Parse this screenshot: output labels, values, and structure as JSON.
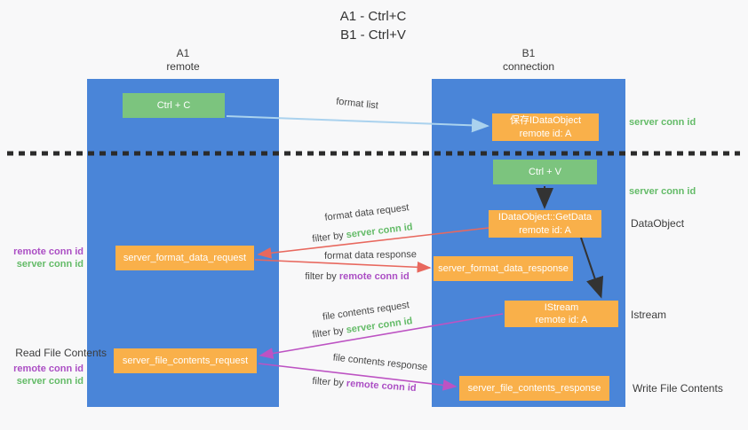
{
  "title": {
    "line1": "A1 - Ctrl+C",
    "line2": "B1 - Ctrl+V"
  },
  "lanes": {
    "left": {
      "name": "A1",
      "role": "remote"
    },
    "right": {
      "name": "B1",
      "role": "connection"
    }
  },
  "nodes": {
    "ctrl_c": {
      "label": "Ctrl + C"
    },
    "save_dataobject": {
      "line1": "保存IDataObject",
      "line2": "remote id: A"
    },
    "ctrl_v": {
      "label": "Ctrl + V"
    },
    "getdata": {
      "line1": "IDataObject::GetData",
      "line2": "remote id: A"
    },
    "format_request": {
      "label": "server_format_data_request"
    },
    "format_response": {
      "label": "server_format_data_response"
    },
    "istream": {
      "line1": "IStream",
      "line2": "remote id: A"
    },
    "file_request": {
      "label": "server_file_contents_request"
    },
    "file_response": {
      "label": "server_file_contents_response"
    }
  },
  "arrow_labels": {
    "format_list": "format list",
    "format_data_request": "format data request",
    "format_data_request_filter_prefix": "filter by ",
    "format_data_request_filter_key": "server conn id",
    "format_data_response": "format data response",
    "format_data_response_filter_prefix": "filter by ",
    "format_data_response_filter_key": "remote conn id",
    "file_contents_request": "file contents request",
    "file_contents_request_filter_prefix": "filter by ",
    "file_contents_request_filter_key": "server conn id",
    "file_contents_response": "file contents response",
    "file_contents_response_filter_prefix": "filter by ",
    "file_contents_response_filter_key": "remote conn id"
  },
  "annotations": {
    "right_server_conn_id_top": "server conn id",
    "right_server_conn_id_mid": "server conn id",
    "right_dataobject": "DataObject",
    "right_istream": "Istream",
    "right_write_file_contents": "Write File Contents",
    "left_remote_conn_id_top": "remote conn id",
    "left_server_conn_id_top": "server conn id",
    "left_read_file_contents": "Read File Contents",
    "left_remote_conn_id_bottom": "remote conn id",
    "left_server_conn_id_bottom": "server conn id"
  },
  "colors": {
    "lane_blue": "#4a85d8",
    "box_green": "#7cc47e",
    "box_orange": "#f9b04a",
    "arrow_light_blue": "#aad2ee",
    "arrow_red": "#e8685e",
    "arrow_magenta": "#bd53c3",
    "arrow_black": "#333333",
    "text_green": "#64bb68",
    "text_magenta": "#ab4ec4",
    "divider_black": "#2b2b2b"
  }
}
